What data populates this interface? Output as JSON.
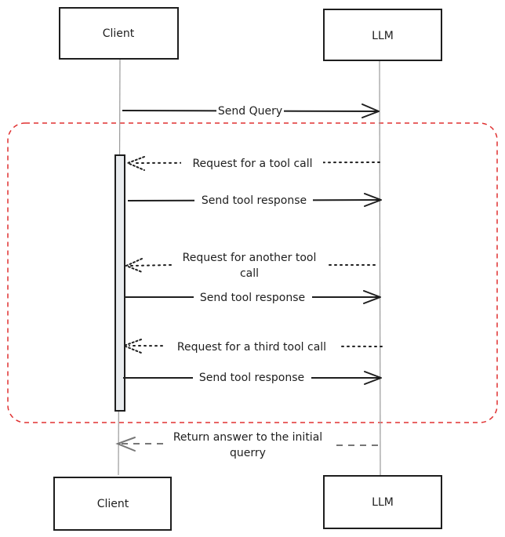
{
  "actors": {
    "client": "Client",
    "llm": "LLM"
  },
  "messages": [
    {
      "id": "send-query",
      "text": [
        "Send Query"
      ],
      "direction": "client-to-llm",
      "style": "solid"
    },
    {
      "id": "request-tool-call-1",
      "text": [
        "Request for a tool call"
      ],
      "direction": "llm-to-client",
      "style": "dotted"
    },
    {
      "id": "send-tool-response-1",
      "text": [
        "Send tool response"
      ],
      "direction": "client-to-llm",
      "style": "solid"
    },
    {
      "id": "request-tool-call-2",
      "text": [
        "Request for another tool",
        "call"
      ],
      "direction": "llm-to-client",
      "style": "dotted"
    },
    {
      "id": "send-tool-response-2",
      "text": [
        "Send tool response"
      ],
      "direction": "client-to-llm",
      "style": "solid"
    },
    {
      "id": "request-tool-call-3",
      "text": [
        "Request for a third tool call"
      ],
      "direction": "llm-to-client",
      "style": "dotted"
    },
    {
      "id": "send-tool-response-3",
      "text": [
        "Send tool response"
      ],
      "direction": "client-to-llm",
      "style": "solid"
    },
    {
      "id": "return-answer",
      "text": [
        "Return answer to the initial",
        "querry"
      ],
      "direction": "llm-to-client",
      "style": "dashed"
    }
  ],
  "colors": {
    "stroke": "#1e1e1e",
    "loop_frame": "#e03131",
    "activation_fill": "#e9ecef",
    "lifeline": "#9a9a9a",
    "return_arrow": "#777777"
  }
}
